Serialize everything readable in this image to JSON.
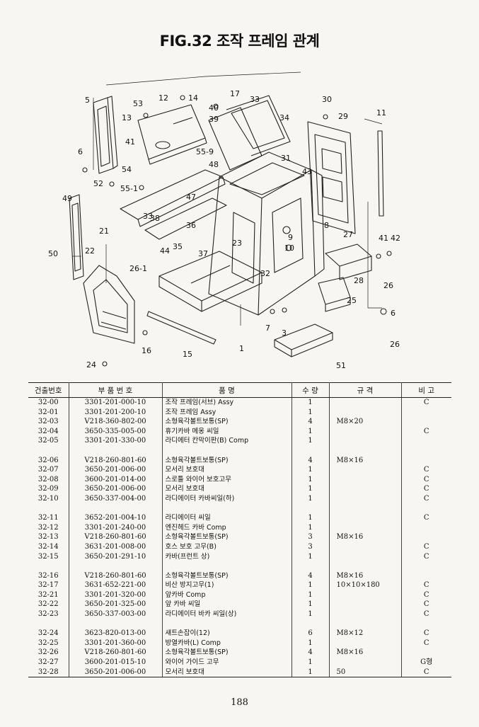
{
  "title": "FIG.32 조작 프레임 관계",
  "diagram_labels": [
    "5",
    "53",
    "12",
    "14",
    "40",
    "17",
    "33",
    "30",
    "11",
    "13",
    "39",
    "34",
    "29",
    "41",
    "55-9",
    "6",
    "54",
    "48",
    "31",
    "43",
    "52",
    "55-1",
    "47",
    "49",
    "33",
    "8",
    "9",
    "27",
    "41",
    "42",
    "50",
    "22",
    "21",
    "38",
    "36",
    "35",
    "23",
    "10",
    "26-1",
    "44",
    "37",
    "28",
    "26",
    "32",
    "25",
    "3",
    "7",
    "16",
    "6",
    "15",
    "1",
    "26",
    "24",
    "51"
  ],
  "table": {
    "headers": [
      "건출번호",
      "부 품 번 호",
      "품 명",
      "수 량",
      "규 격",
      "비 고"
    ],
    "groups": [
      [
        {
          "no": "32-00",
          "part": "3301-201-000-10",
          "name": "조작 프레임(서브) Assy",
          "qty": "1",
          "spec": "",
          "remark": "C"
        },
        {
          "no": "32-01",
          "part": "3301-201-200-10",
          "name": "조작 프레임 Assy",
          "qty": "1",
          "spec": "",
          "remark": ""
        },
        {
          "no": "32-03",
          "part": "V218-360-802-00",
          "name": "소형육각볼트보통(SP)",
          "qty": "4",
          "spec": "M8×20",
          "remark": ""
        },
        {
          "no": "32-04",
          "part": "3650-335-005-00",
          "name": "휴기카바 메옹 씨일",
          "qty": "1",
          "spec": "",
          "remark": "C"
        },
        {
          "no": "32-05",
          "part": "3301-201-330-00",
          "name": "라디에터 칸막이판(B) Comp",
          "qty": "1",
          "spec": "",
          "remark": ""
        }
      ],
      [
        {
          "no": "32-06",
          "part": "V218-260-801-60",
          "name": "소형육각볼트보통(SP)",
          "qty": "4",
          "spec": "M8×16",
          "remark": ""
        },
        {
          "no": "32-07",
          "part": "3650-201-006-00",
          "name": "모서리 보호대",
          "qty": "1",
          "spec": "",
          "remark": "C"
        },
        {
          "no": "32-08",
          "part": "3600-201-014-00",
          "name": "스로틀 와이어 보호고무",
          "qty": "1",
          "spec": "",
          "remark": "C"
        },
        {
          "no": "32-09",
          "part": "3650-201-006-00",
          "name": "모서리 보호대",
          "qty": "1",
          "spec": "",
          "remark": "C"
        },
        {
          "no": "32-10",
          "part": "3650-337-004-00",
          "name": "라디에이터 카바씨일(하)",
          "qty": "1",
          "spec": "",
          "remark": "C"
        }
      ],
      [
        {
          "no": "32-11",
          "part": "3652-201-004-10",
          "name": "라디에이터 씨일",
          "qty": "1",
          "spec": "",
          "remark": "C"
        },
        {
          "no": "32-12",
          "part": "3301-201-240-00",
          "name": "엔진헤드 카바 Comp",
          "qty": "1",
          "spec": "",
          "remark": ""
        },
        {
          "no": "32-13",
          "part": "V218-260-801-60",
          "name": "소형육각볼트보통(SP)",
          "qty": "3",
          "spec": "M8×16",
          "remark": ""
        },
        {
          "no": "32-14",
          "part": "3631-201-008-00",
          "name": "호스 보호 고무(B)",
          "qty": "3",
          "spec": "",
          "remark": "C"
        },
        {
          "no": "32-15",
          "part": "3650-201-291-10",
          "name": "카바(프런트 상)",
          "qty": "1",
          "spec": "",
          "remark": "C"
        }
      ],
      [
        {
          "no": "32-16",
          "part": "V218-260-801-60",
          "name": "소형육각볼트보통(SP)",
          "qty": "4",
          "spec": "M8×16",
          "remark": ""
        },
        {
          "no": "32-17",
          "part": "3631-652-221-00",
          "name": "비산 방지고무(1)",
          "qty": "1",
          "spec": "10×10×180",
          "remark": "C"
        },
        {
          "no": "32-21",
          "part": "3301-201-320-00",
          "name": "앞카바 Comp",
          "qty": "1",
          "spec": "",
          "remark": "C"
        },
        {
          "no": "32-22",
          "part": "3650-201-325-00",
          "name": "앞 카바 씨일",
          "qty": "1",
          "spec": "",
          "remark": "C"
        },
        {
          "no": "32-23",
          "part": "3650-337-003-00",
          "name": "라디에이터 바카 씨일(상)",
          "qty": "1",
          "spec": "",
          "remark": "C"
        }
      ],
      [
        {
          "no": "32-24",
          "part": "3623-820-013-00",
          "name": "섀트손잡이(12)",
          "qty": "6",
          "spec": "M8×12",
          "remark": "C"
        },
        {
          "no": "32-25",
          "part": "3301-201-360-00",
          "name": "방열카바(L) Comp",
          "qty": "1",
          "spec": "",
          "remark": "C"
        },
        {
          "no": "32-26",
          "part": "V218-260-801-60",
          "name": "소형육각볼트보통(SP)",
          "qty": "4",
          "spec": "M8×16",
          "remark": ""
        },
        {
          "no": "32-27",
          "part": "3600-201-015-10",
          "name": "와이어 가이드 고무",
          "qty": "1",
          "spec": "",
          "remark": "G형"
        },
        {
          "no": "32-28",
          "part": "3650-201-006-00",
          "name": "모서리 보호대",
          "qty": "1",
          "spec": "50",
          "remark": "C"
        }
      ]
    ]
  },
  "page_number": "188"
}
